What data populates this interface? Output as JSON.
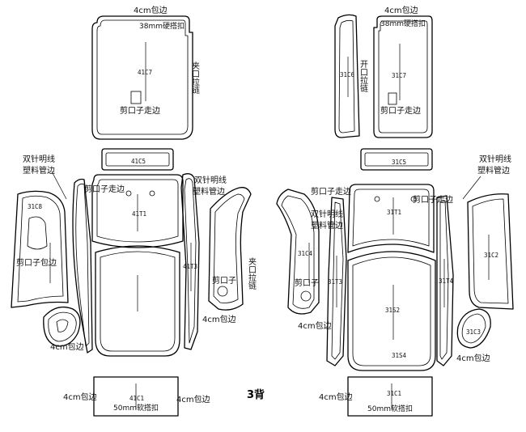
{
  "title": "3背",
  "codes": {
    "c41c7": "41C7",
    "c41c5": "41C5",
    "c41t1": "41T1",
    "c41t3": "41T3",
    "c31c8": "31C8",
    "c41c1": "41C1",
    "c31c6": "31C6",
    "c31c7": "31C7",
    "c31c5": "31C5",
    "c31t1": "31T1",
    "c31c4": "31C4",
    "c31t3": "31T3",
    "c31s2": "31S2",
    "c31s4": "31S4",
    "c31t4": "31T4",
    "c31c2": "31C2",
    "c31c3": "31C3",
    "c31c1": "31C1"
  },
  "notes": {
    "wrap_4cm": "4cm包边",
    "hard_buckle_38": "38mm硬搭扣",
    "soft_buckle_50": "50mm软搭扣",
    "clip_zipper": "夹口拉链",
    "open_zipper": "开口拉链",
    "cut_edge_walk": "剪口子走边",
    "cut_edge_wrap": "剪口子包边",
    "cut_notch": "剪口子",
    "double_needle_1": "双针明线",
    "plastic_pipe_1": "塑料管边",
    "double_needle_2": "双针明线",
    "plastic_pipe_2": "塑料管边"
  }
}
